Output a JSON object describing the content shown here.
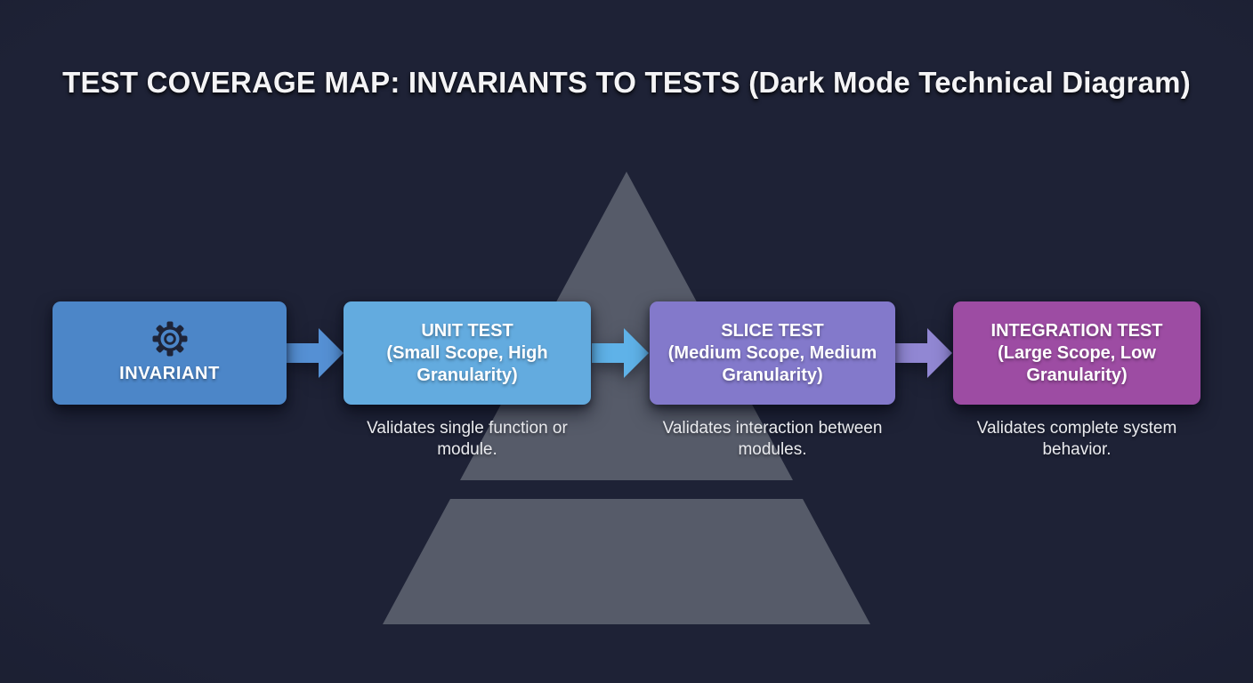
{
  "title": "TEST COVERAGE MAP: INVARIANTS TO TESTS (Dark Mode Technical Diagram)",
  "colors": {
    "background": "#1e2236",
    "pyramid": "#565b69",
    "invariant_box": "#4c86c8",
    "unit_box": "#63abdf",
    "slice_box": "#8379cb",
    "integration_box": "#9d4ca3",
    "arrow_1": "#5590d4",
    "arrow_2": "#5fb2e8",
    "arrow_3": "#9187d3",
    "icon_color": "#1e2438",
    "heading_text": "#ffffff",
    "body_text": "#e9eaee"
  },
  "diagram": {
    "background_shape": "test-pyramid",
    "nodes": [
      {
        "label": "INVARIANT",
        "icon": "gear-icon"
      },
      {
        "label": "UNIT TEST",
        "scope": "(Small Scope, High Granularity)",
        "description": "Validates single function or module."
      },
      {
        "label": "SLICE TEST",
        "scope": "(Medium Scope, Medium Granularity)",
        "description": "Validates interaction between modules."
      },
      {
        "label": "INTEGRATION TEST",
        "scope": "(Large Scope, Low Granularity)",
        "description": "Validates complete system behavior."
      }
    ]
  }
}
